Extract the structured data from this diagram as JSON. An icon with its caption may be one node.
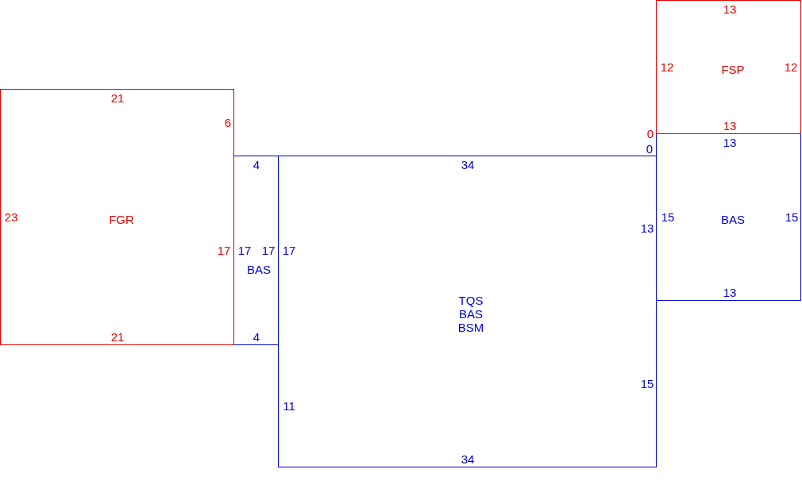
{
  "diagram": {
    "nodes": [
      {
        "text": [
          "21",
          "6",
          "23",
          "FGR",
          "17",
          "21"
        ]
      },
      {
        "text": [
          "13",
          "12",
          "FSP",
          "12",
          "13",
          "0"
        ]
      },
      {
        "text": [
          "4",
          "17",
          "17",
          "BAS",
          "4"
        ]
      },
      {
        "text": [
          "0",
          "34",
          "13",
          "17",
          "TQS",
          "BAS",
          "BSM",
          "15",
          "11",
          "34"
        ]
      },
      {
        "text": [
          "13",
          "15",
          "BAS",
          "15",
          "13"
        ]
      }
    ]
  }
}
